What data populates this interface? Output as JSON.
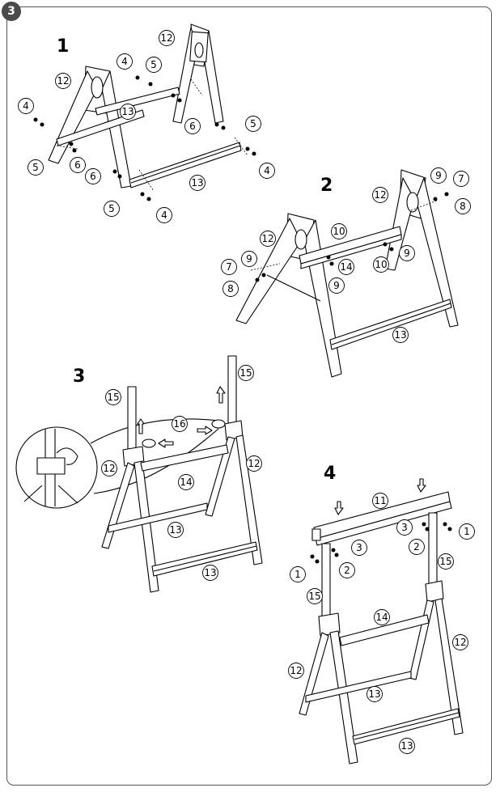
{
  "page_number": "3",
  "steps": [
    {
      "number": "1",
      "callouts": [
        {
          "label": "12"
        },
        {
          "label": "12"
        },
        {
          "label": "13"
        },
        {
          "label": "13"
        },
        {
          "label": "4"
        },
        {
          "label": "4"
        },
        {
          "label": "4"
        },
        {
          "label": "4"
        },
        {
          "label": "5"
        },
        {
          "label": "5"
        },
        {
          "label": "5"
        },
        {
          "label": "5"
        },
        {
          "label": "6"
        },
        {
          "label": "6"
        },
        {
          "label": "6"
        }
      ]
    },
    {
      "number": "2",
      "callouts": [
        {
          "label": "12"
        },
        {
          "label": "12"
        },
        {
          "label": "9"
        },
        {
          "label": "7"
        },
        {
          "label": "8"
        },
        {
          "label": "10"
        },
        {
          "label": "9"
        },
        {
          "label": "7"
        },
        {
          "label": "8"
        },
        {
          "label": "14"
        },
        {
          "label": "9"
        },
        {
          "label": "10"
        },
        {
          "label": "9"
        },
        {
          "label": "13"
        }
      ]
    },
    {
      "number": "3",
      "callouts": [
        {
          "label": "15"
        },
        {
          "label": "15"
        },
        {
          "label": "16"
        },
        {
          "label": "12"
        },
        {
          "label": "12"
        },
        {
          "label": "14"
        },
        {
          "label": "13"
        },
        {
          "label": "13"
        }
      ]
    },
    {
      "number": "4",
      "callouts": [
        {
          "label": "11"
        },
        {
          "label": "3"
        },
        {
          "label": "1"
        },
        {
          "label": "2"
        },
        {
          "label": "3"
        },
        {
          "label": "1"
        },
        {
          "label": "2"
        },
        {
          "label": "15"
        },
        {
          "label": "15"
        },
        {
          "label": "14"
        },
        {
          "label": "12"
        },
        {
          "label": "12"
        },
        {
          "label": "13"
        },
        {
          "label": "13"
        }
      ]
    }
  ]
}
